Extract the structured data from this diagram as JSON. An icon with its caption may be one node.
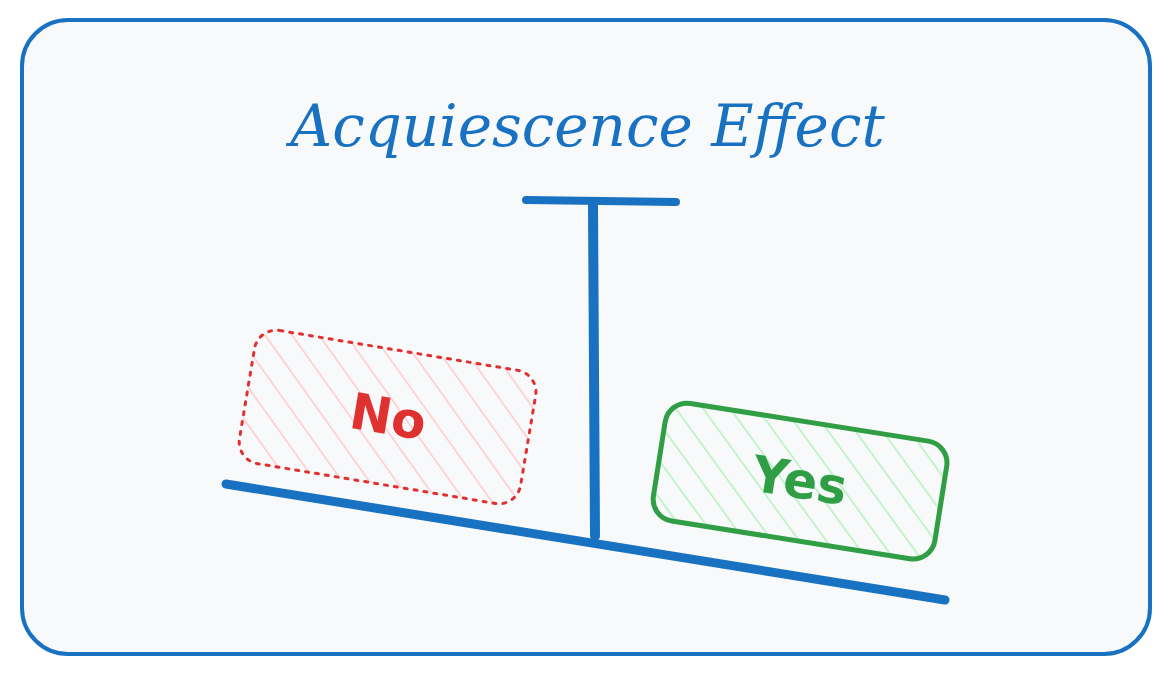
{
  "diagram": {
    "title": "Acquiescence Effect",
    "nodes": [
      {
        "text": [
          "No"
        ]
      },
      {
        "text": [
          "Yes"
        ]
      }
    ]
  }
}
